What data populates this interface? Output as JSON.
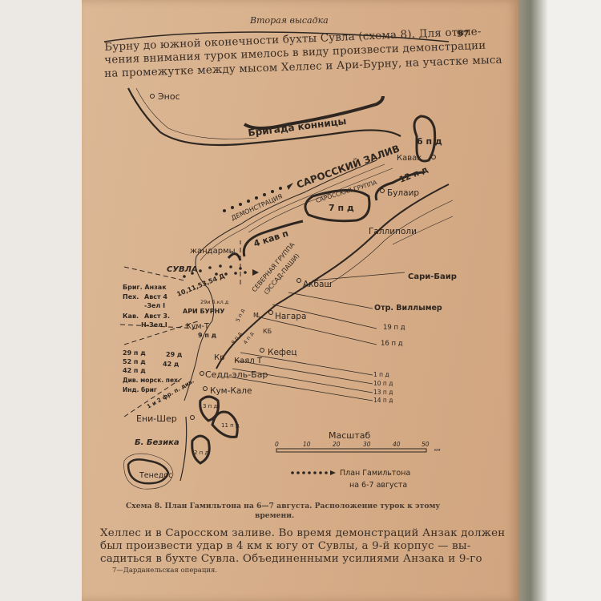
{
  "header": {
    "title": "Вторая высадка",
    "page_number": "97"
  },
  "body_top": [
    "Бурну до южной оконечности бухты Сувла (схема 8). Для отвле-",
    "чения внимания турок имелось в виду произвести демонстрации",
    "на промежутке между мысом Хеллес и Ари-Бурну, на участке мыса"
  ],
  "map": {
    "places": {
      "enos": "Энос",
      "kavak": "Кавак",
      "bulair": "Булаир",
      "gallipoli": "Галлиполи",
      "suvla": "СУВЛА",
      "akbash": "Акбаш",
      "sari_bair": "Сари-Баир",
      "nagara": "Нагара",
      "kefets": "Кефец",
      "ari_burnu": "АРИ БУРНУ",
      "kum_t": "Кум-Т",
      "kr": "Кр",
      "kayal_t": "Каял Т",
      "sedd": "Седд-эль-Бар",
      "kum_kale": "Кум-Кале",
      "eni_sher": "Ени-Шер",
      "bezika": "Б. Безика",
      "tenedos": "Тенедос",
      "saros_gulf": "САРОССКИЙ ЗАЛИВ",
      "kb": "КБ",
      "m": "М."
    },
    "units": {
      "cavalry_brigade": "Бригада конницы",
      "div6": "6 п д",
      "div12": "12 п д",
      "div7": "7 п д",
      "cav4": "4 кав п",
      "gendarmes": "жандармы",
      "saros_group": "САРОССКАЯ ГРУППА",
      "north_group": "СЕВЕРНАЯ ГРУППА",
      "essad": "(ЭССАД-ПАШИ)",
      "demonstration": "ДЕМОНСТРАЦИЯ",
      "anzac_divs": "10,11,53,54 Д",
      "div29b": "29и б.кл.д",
      "div9": "9 п д",
      "div5": "5 п д",
      "div8": "8 п д",
      "div4": "4 п д",
      "div29": "29 д",
      "div42": "42 д",
      "div3": "3 п д",
      "div11": "11 п д",
      "div2": "2 п д",
      "fr_div": "1 и 2 фр. п. див.",
      "det_willmer": "Отр. Виллымер",
      "div19": "19 п д",
      "div16": "16 п д",
      "div1": "1 п д",
      "div10": "10 п д",
      "div13": "13 п д",
      "div14": "14 п д"
    },
    "allied_list": [
      "Бриг. Анзак",
      "Пех.",
      "Авст 4",
      "-Зел I",
      "Кав.",
      "Авст 3.",
      "Н-Зел I"
    ],
    "allied_list2": [
      "29 п д",
      "52 п д",
      "42 п д",
      "Див. морск. пех.",
      "Инд. бриг"
    ],
    "scale": {
      "title": "Масштаб",
      "ticks": [
        "0",
        "10",
        "20",
        "30",
        "40",
        "50"
      ],
      "unit": "км"
    },
    "legend": {
      "line1": "План Гамильтона",
      "line2": "на 6-7 августа"
    }
  },
  "caption": [
    "Схема 8. План Гамильтона на 6—7 августа. Расположение турок к этому",
    "времени."
  ],
  "body_bottom": [
    "Хеллес и в Саросском заливе. Во время демонстраций Анзак должен",
    "был произвести удар в 4 км к югу от Сувлы, а 9-й корпус — вы-",
    "садиться в бухте Сувла. Объединенными усилиями Анзака и 9-го"
  ],
  "footer": "7—Дарданельская операция."
}
